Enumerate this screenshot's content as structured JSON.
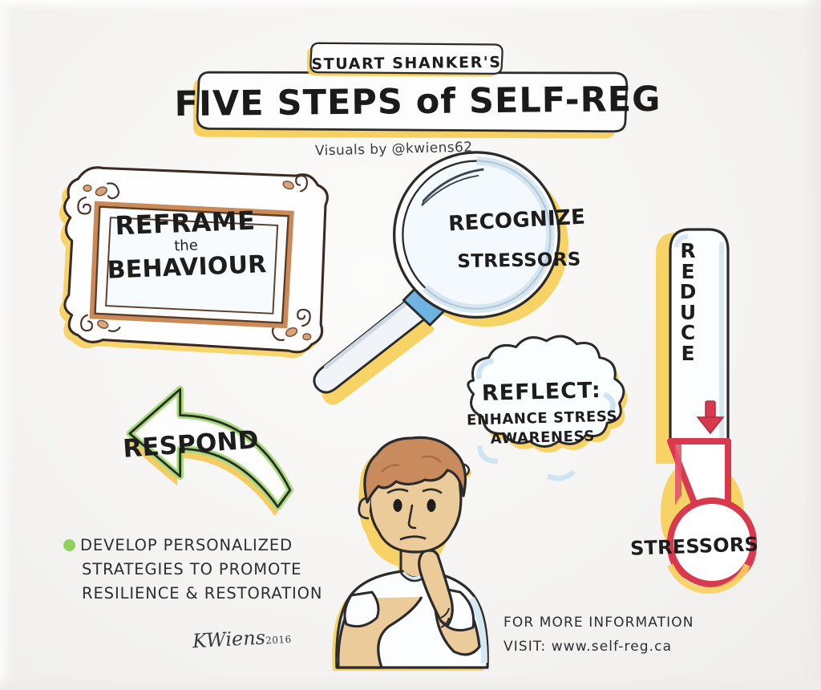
{
  "poster": {
    "title": {
      "banner_sub": "STUART SHANKER'S",
      "banner_main": "FIVE STEPS of SELF-REG",
      "credit": "Visuals by @kwiens62"
    },
    "steps": [
      {
        "id": "reframe",
        "icon": "picture-frame-icon",
        "line1": "REFRAME",
        "line2": "the",
        "line3": "BEHAVIOUR"
      },
      {
        "id": "recognize",
        "icon": "magnifying-glass-icon",
        "line1": "RECOGNIZE",
        "line2": "STRESSORS"
      },
      {
        "id": "reduce",
        "icon": "thermometer-icon",
        "label": "REDUCE",
        "letters": [
          "R",
          "E",
          "D",
          "U",
          "C",
          "E"
        ],
        "bulb_label": "STRESSORS"
      },
      {
        "id": "reflect",
        "icon": "thought-bubble-icon",
        "line1": "REFLECT:",
        "line2": "ENHANCE STRESS",
        "line3": "AWARENESS"
      },
      {
        "id": "respond",
        "icon": "curved-arrow-icon",
        "label": "RESPOND"
      }
    ],
    "bullet": {
      "marker_color": "#8ed25c",
      "line1": "DEVELOP PERSONALIZED",
      "line2": "STRATEGIES TO PROMOTE",
      "line3": "RESILIENCE & RESTORATION"
    },
    "signature": {
      "name": "KWiens",
      "year": "2016"
    },
    "footer": {
      "line1": "FOR MORE INFORMATION",
      "line2": "VISIT:  www.self-reg.ca"
    },
    "colors": {
      "paper": "#f3f2f0",
      "highlight_yellow": "#f6ce58",
      "ink_black": "#1d1d1d",
      "frame_brown": "#c98a57",
      "lens_blue": "#d6e6f2",
      "collar_blue": "#6fb4e0",
      "thermo_red": "#d9394e",
      "arrow_green": "#a8db7d",
      "bullet_green": "#8ed25c",
      "hair_brown": "#c98a5e",
      "skin_tan": "#eccb9a",
      "shirt_white": "#fbfdff"
    }
  }
}
